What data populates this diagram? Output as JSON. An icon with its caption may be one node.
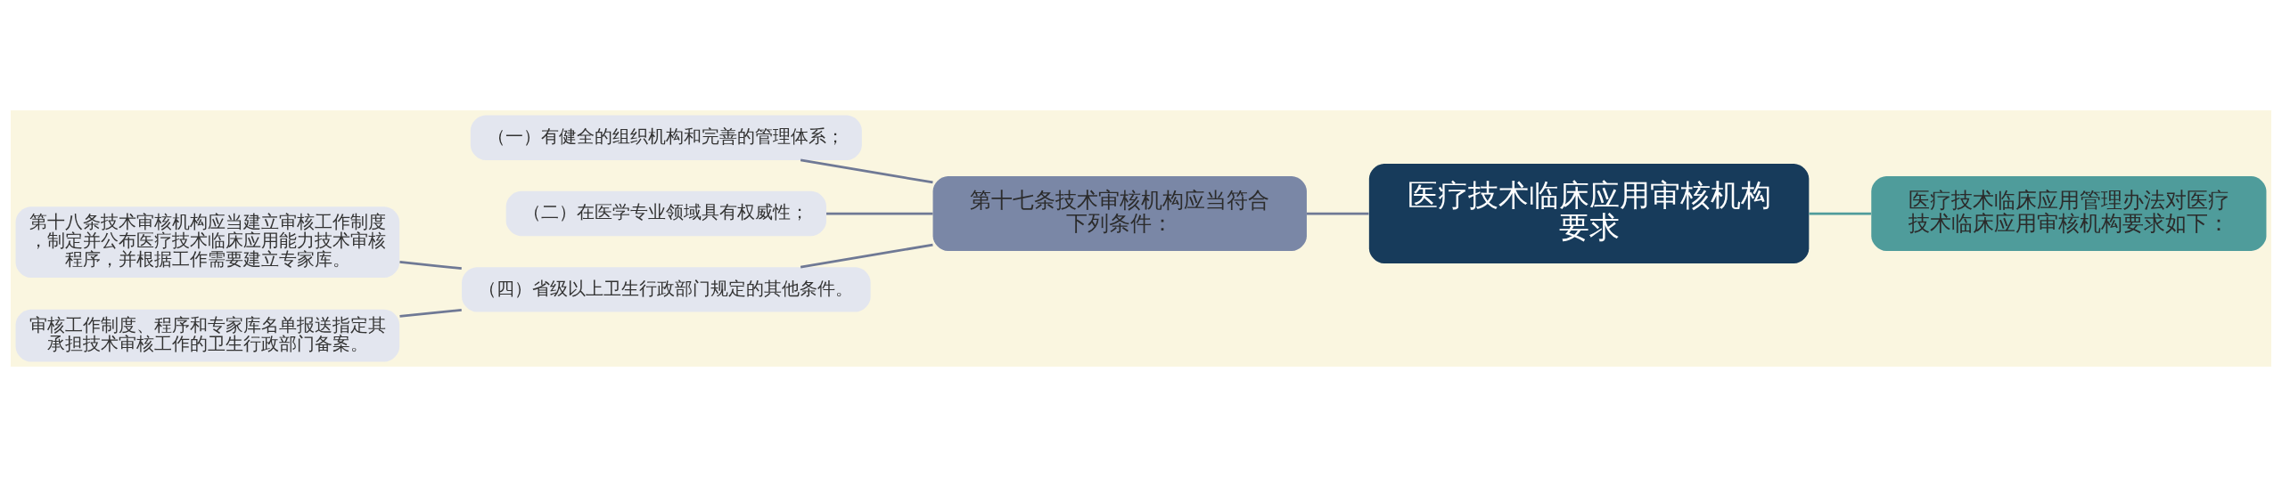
{
  "diagram": {
    "nodes": [
      {
        "text": [
          "医疗技术临床应用审核机构要求"
        ]
      },
      {
        "text": [
          "医疗技术临床应用管理办法对医疗技术临床应用审核机构要求如下："
        ]
      },
      {
        "text": [
          "第十七条技术审核机构应当符合下列条件："
        ]
      },
      {
        "text": [
          "（一）有健全的组织机构和完善的管理体系；"
        ]
      },
      {
        "text": [
          "（二）在医学专业领域具有权威性；"
        ]
      },
      {
        "text": [
          "（四）省级以上卫生行政部门规定的其他条件。"
        ]
      },
      {
        "text": [
          "第十八条技术审核机构应当建立审核工作制度，制定并公布医疗技术临床应用能力技术审核程序，并根据工作需要建立专家库。"
        ]
      },
      {
        "text": [
          "审核工作制度、程序和专家库名单报送指定其承担技术审核工作的卫生行政部门备案。"
        ]
      }
    ],
    "edges": [
      {
        "from": 1,
        "to": 0,
        "arrow": "none",
        "color": "#4f9c9b"
      },
      {
        "from": 0,
        "to": 2,
        "arrow": "none"
      },
      {
        "from": 2,
        "to": 3,
        "arrow": "none"
      },
      {
        "from": 2,
        "to": 4,
        "arrow": "none"
      },
      {
        "from": 2,
        "to": 5,
        "arrow": "none"
      },
      {
        "from": 5,
        "to": 6,
        "arrow": "none"
      },
      {
        "from": 5,
        "to": 7,
        "arrow": "none"
      }
    ]
  }
}
